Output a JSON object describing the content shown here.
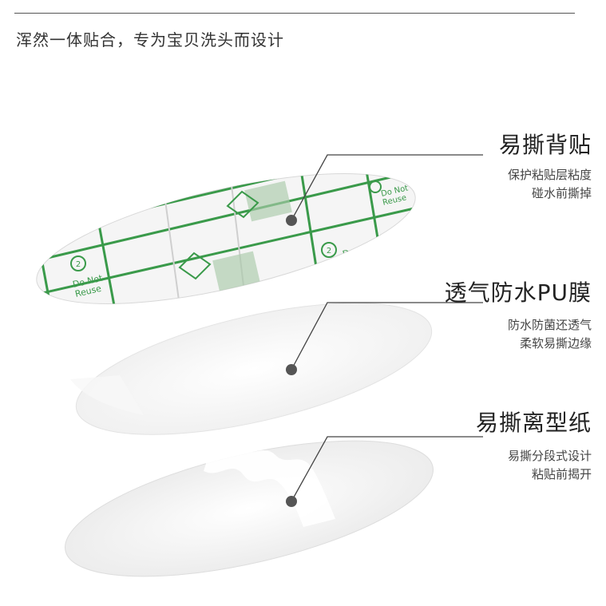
{
  "header": {
    "headline": "浑然一体贴合，专为宝贝洗头而设计"
  },
  "layers": [
    {
      "title": "易撕背贴",
      "desc": [
        "保护粘贴层粘度",
        "碰水前撕掉"
      ]
    },
    {
      "title": "透气防水PU膜",
      "desc": [
        "防水防菌还透气",
        "柔软易撕边缘"
      ]
    },
    {
      "title": "易撕离型纸",
      "desc": [
        "易撕分段式设计",
        "粘贴前揭开"
      ]
    }
  ],
  "patch_label": {
    "line1": "Do Not",
    "line2": "Reuse",
    "number": "2"
  },
  "colors": {
    "print_green": "#3a9a4a",
    "text_dark": "#222222",
    "leader_line": "#444444",
    "dot": "#555555"
  }
}
